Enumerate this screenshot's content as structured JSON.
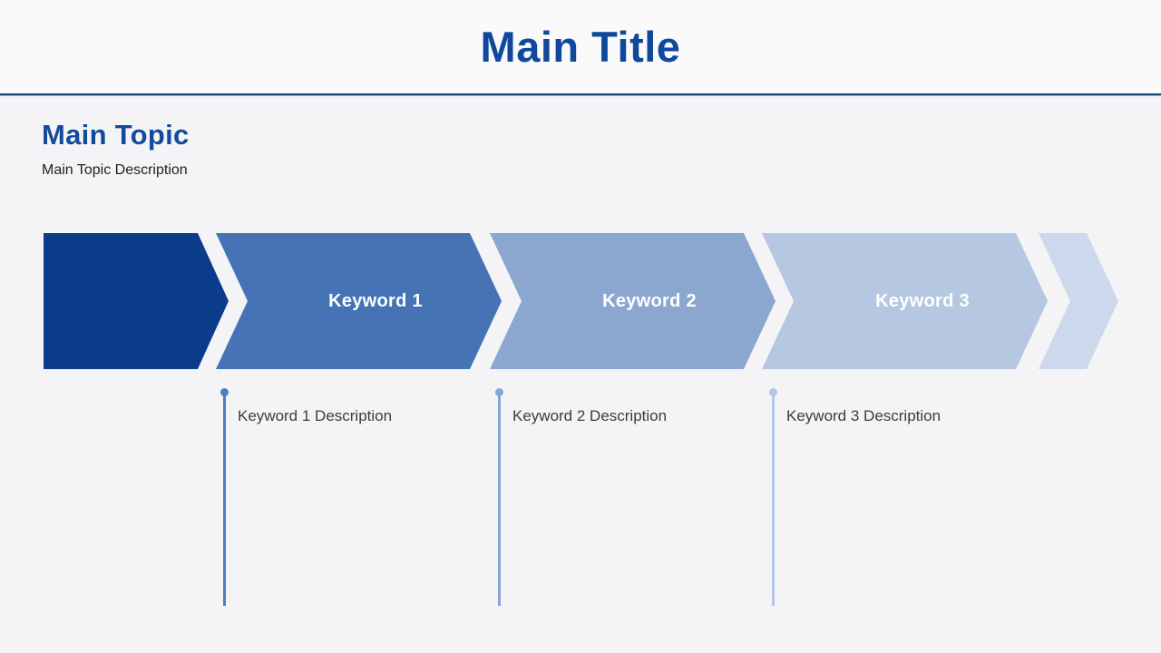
{
  "header": {
    "title": "Main Title"
  },
  "topic": {
    "title": "Main Topic",
    "description": "Main Topic Description"
  },
  "process": {
    "type": "chevron-flow",
    "steps": [
      {
        "label": "",
        "color": "#0B3B8B"
      },
      {
        "label": "Keyword 1",
        "color": "#4573B5",
        "description": "Keyword 1 Description",
        "line_color": "#4C7EC4"
      },
      {
        "label": "Keyword 2",
        "color": "#8BA7D0",
        "description": "Keyword 2 Description",
        "line_color": "#85A5D6"
      },
      {
        "label": "Keyword 3",
        "color": "#B6C7E2",
        "description": "Keyword 3 Description",
        "line_color": "#B4C7E4"
      },
      {
        "label": "",
        "color": "#CCD8EC"
      }
    ]
  },
  "colors": {
    "title_text": "#0F489C",
    "topic_title_text": "#134B9C",
    "topic_desc_text": "#212121",
    "desc_text": "#3C3C3C",
    "label_text": "#FFFFFF",
    "header_bg": "#FAFAFB",
    "body_bg": "#F4F4F6",
    "divider_dark": "#174A78",
    "divider_light": "#8FB2D4"
  }
}
